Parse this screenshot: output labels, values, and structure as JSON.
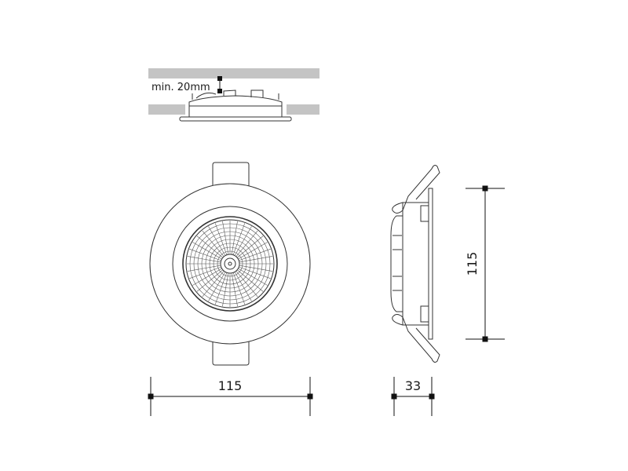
{
  "install_note": "min. 20mm",
  "dimensions": {
    "diameter": "115",
    "depth": "33",
    "height": "115"
  },
  "colors": {
    "line": "#333333",
    "ceiling": "#c4c4c4",
    "marker": "#111111"
  }
}
